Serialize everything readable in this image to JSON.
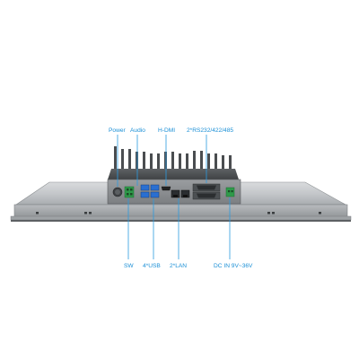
{
  "labels": {
    "power": "Power",
    "audio": "Audio",
    "hdmi": "H-DMI",
    "serial": "2*RS232/422/485",
    "sw": "SW",
    "usb": "4*USB",
    "lan": "2*LAN",
    "dc_in": "DC IN 9V~36V"
  },
  "colors": {
    "label": "#1a8fd6",
    "leader_line": "#2b9be0",
    "chassis": "#6f7275",
    "panel": "#b5b8bb",
    "background": "#ffffff"
  },
  "icons": {
    "usb": "usb-port-icon",
    "lan": "rj45-port-icon",
    "serial": "db9-port-icon",
    "hdmi": "hdmi-port-icon",
    "dc": "dc-jack-icon",
    "power_button": "power-button-icon",
    "audio": "audio-terminal-icon"
  }
}
